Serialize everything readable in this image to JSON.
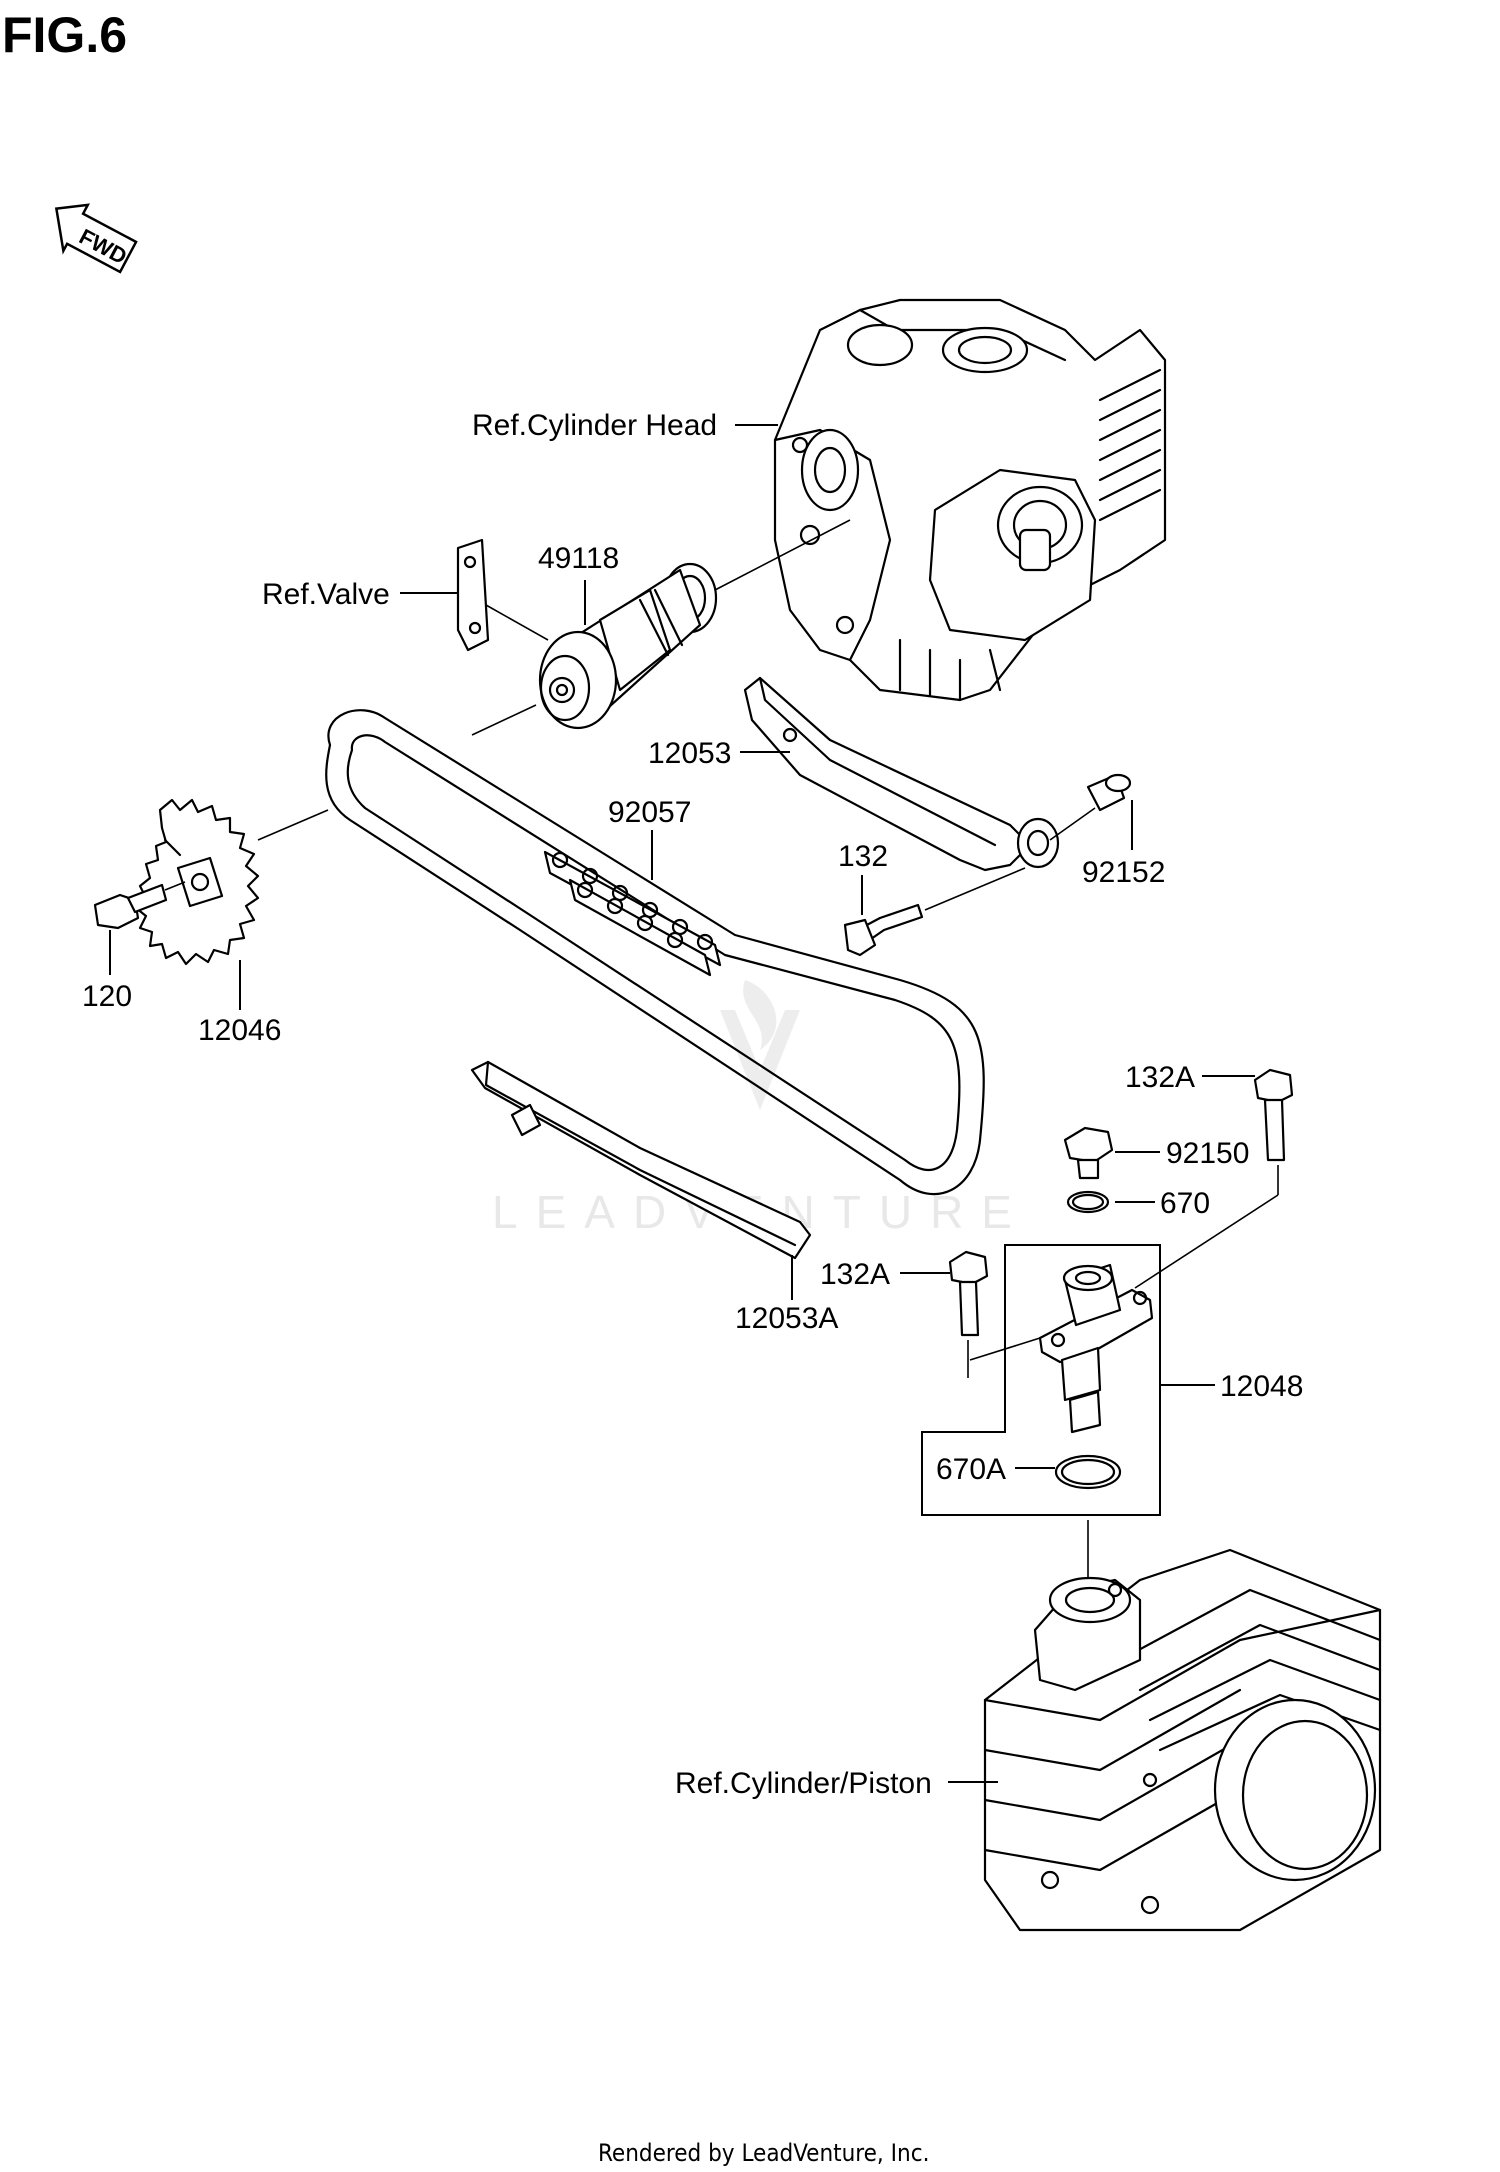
{
  "figure": {
    "title": "FIG.6"
  },
  "direction_badge": {
    "text": "FWD",
    "icon": "forward-arrow-icon"
  },
  "watermark": {
    "text": "LEADVENTURE"
  },
  "footer": {
    "text": "Rendered by LeadVenture, Inc."
  },
  "labels": {
    "ref_cylinder_head": "Ref.Cylinder Head",
    "ref_valve": "Ref.Valve",
    "p49118": "49118",
    "p12053": "12053",
    "p92057": "92057",
    "p132": "132",
    "p92152": "92152",
    "p120": "120",
    "p12046": "12046",
    "p132A_top": "132A",
    "p92150": "92150",
    "p670": "670",
    "p132A_mid": "132A",
    "p12053A": "12053A",
    "p12048": "12048",
    "p670A": "670A",
    "ref_cylinder_piston": "Ref.Cylinder/Piston"
  },
  "colors": {
    "line": "#000000",
    "background": "#ffffff",
    "watermark": "#e6e6e6"
  }
}
